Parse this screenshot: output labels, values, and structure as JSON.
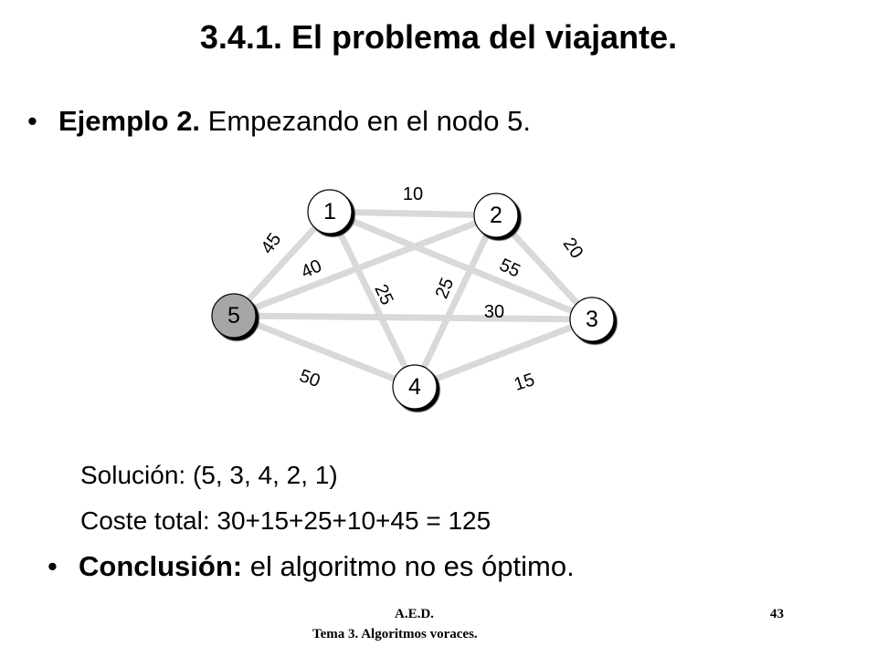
{
  "title": "3.4.1. El problema del viajante.",
  "example": {
    "bullet": "•",
    "label": "Ejemplo 2.",
    "text": "Empezando en el nodo 5."
  },
  "graph": {
    "nodes": [
      {
        "id": "1",
        "label": "1",
        "highlight": false
      },
      {
        "id": "2",
        "label": "2",
        "highlight": false
      },
      {
        "id": "3",
        "label": "3",
        "highlight": false
      },
      {
        "id": "4",
        "label": "4",
        "highlight": false
      },
      {
        "id": "5",
        "label": "5",
        "highlight": true
      }
    ],
    "edges": [
      {
        "from": "1",
        "to": "2",
        "weight": "10"
      },
      {
        "from": "2",
        "to": "3",
        "weight": "20"
      },
      {
        "from": "1",
        "to": "5",
        "weight": "45"
      },
      {
        "from": "2",
        "to": "5",
        "weight": "40"
      },
      {
        "from": "1",
        "to": "3",
        "weight": "55"
      },
      {
        "from": "1",
        "to": "4",
        "weight": "25"
      },
      {
        "from": "2",
        "to": "4",
        "weight": "25"
      },
      {
        "from": "5",
        "to": "3",
        "weight": "30"
      },
      {
        "from": "5",
        "to": "4",
        "weight": "50"
      },
      {
        "from": "4",
        "to": "3",
        "weight": "15"
      }
    ],
    "colors": {
      "edge": "#d9d9d9",
      "node_fill": "#ffffff",
      "node_highlight": "#a6a6a6",
      "node_stroke": "#000000"
    }
  },
  "solution": "Solución: (5, 3, 4, 2, 1)",
  "cost": "Coste total: 30+15+25+10+45 = 125",
  "conclusion": {
    "bullet": "•",
    "label": "Conclusión:",
    "text": "el algoritmo no es óptimo."
  },
  "footer": {
    "course": "A.E.D.",
    "topic": "Tema 3. Algoritmos voraces.",
    "page": "43"
  }
}
